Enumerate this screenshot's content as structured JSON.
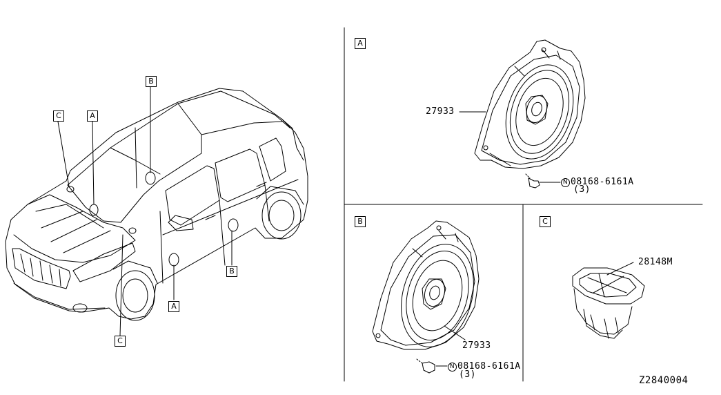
{
  "car_callouts": {
    "c_left": "C",
    "a_left": "A",
    "b_top": "B",
    "b_right": "B",
    "a_bottom": "A",
    "c_bottom": "C"
  },
  "panel_a": {
    "tag": "A",
    "speaker_part": "27933",
    "screw_prefix": "N",
    "screw_part": "08168-6161A",
    "screw_qty": "(3)"
  },
  "panel_b": {
    "tag": "B",
    "speaker_part": "27933",
    "screw_prefix": "N",
    "screw_part": "08168-6161A",
    "screw_qty": "(3)"
  },
  "panel_c": {
    "tag": "C",
    "tweeter_part": "28148M"
  },
  "diagram_code": "Z2840004"
}
